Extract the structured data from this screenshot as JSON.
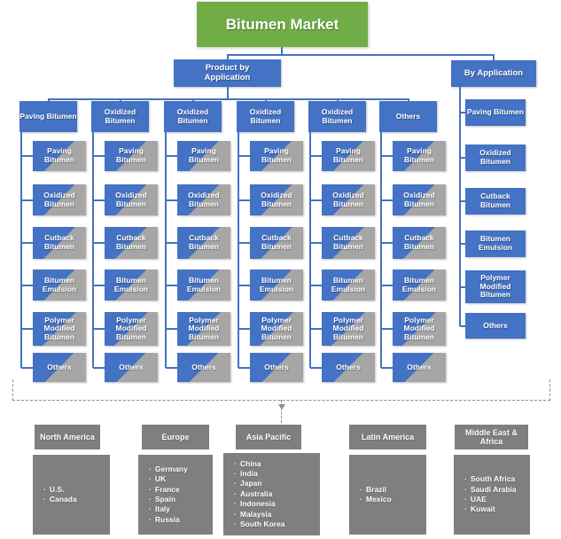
{
  "title": "Bitumen Market",
  "colors": {
    "title_green": "#70AD47",
    "accent_blue": "#4472C4",
    "segment_gray": "#A6A6A6",
    "region_gray": "#7F7F7F",
    "connector_blue": "#4472C4",
    "dashed_gray": "#8c8c8c",
    "text_white": "#ffffff"
  },
  "product_branch": {
    "label": "Product by Application",
    "columns": [
      {
        "label": "Paving Bitumen",
        "children": [
          "Paving Bitumen",
          "Oxidized Bitumen",
          "Cutback Bitumen",
          "Bitumen Emulsion",
          "Polymer Modified Bitumen",
          "Others"
        ]
      },
      {
        "label": "Oxidized Bitumen",
        "children": [
          "Paving Bitumen",
          "Oxidized Bitumen",
          "Cutback Bitumen",
          "Bitumen Emulsion",
          "Polymer Modified Bitumen",
          "Others"
        ]
      },
      {
        "label": "Oxidized Bitumen",
        "children": [
          "Paving Bitumen",
          "Oxidized Bitumen",
          "Cutback Bitumen",
          "Bitumen Emulsion",
          "Polymer Modified Bitumen",
          "Others"
        ]
      },
      {
        "label": "Oxidized Bitumen",
        "children": [
          "Paving Bitumen",
          "Oxidized Bitumen",
          "Cutback Bitumen",
          "Bitumen Emulsion",
          "Polymer Modified Bitumen",
          "Others"
        ]
      },
      {
        "label": "Oxidized Bitumen",
        "children": [
          "Paving Bitumen",
          "Oxidized Bitumen",
          "Cutback Bitumen",
          "Bitumen Emulsion",
          "Polymer Modified Bitumen",
          "Others"
        ]
      },
      {
        "label": "Others",
        "children": [
          "Paving Bitumen",
          "Oxidized Bitumen",
          "Cutback Bitumen",
          "Bitumen Emulsion",
          "Polymer Modified Bitumen",
          "Others"
        ]
      }
    ]
  },
  "application_branch": {
    "label": "By Application",
    "items": [
      "Paving Bitumen",
      "Oxidized Bitumen",
      "Cutback Bitumen",
      "Bitumen Emulsion",
      "Polymer Modified Bitumen",
      "Others"
    ]
  },
  "regions": [
    {
      "label": "North America",
      "countries": [
        "U.S.",
        "Canada"
      ]
    },
    {
      "label": "Europe",
      "countries": [
        "Germany",
        "UK",
        "France",
        "Spain",
        "Italy",
        "Russia"
      ]
    },
    {
      "label": "Asia Pacific",
      "countries": [
        "China",
        "India",
        "Japan",
        "Australia",
        "Indonesia",
        "Malaysia",
        "South Korea"
      ]
    },
    {
      "label": "Latin America",
      "countries": [
        "Brazil",
        "Mexico"
      ]
    },
    {
      "label": "Middle East & Africa",
      "countries": [
        "South Africa",
        "Saudi Arabia",
        "UAE",
        "Kuwait"
      ]
    }
  ]
}
